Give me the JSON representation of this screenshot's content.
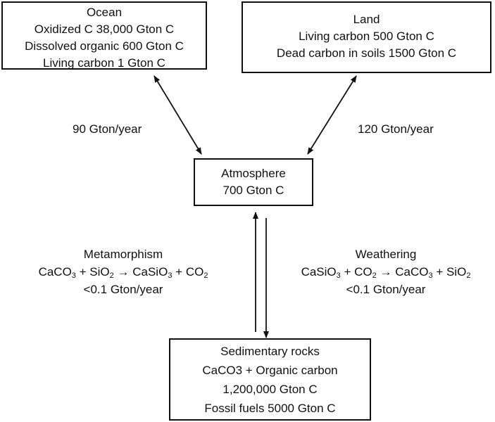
{
  "ocean": {
    "title": "Ocean",
    "lines": [
      "Oxidized C 38,000 Gton C",
      "Dissolved organic 600 Gton C",
      "Living carbon 1 Gton C"
    ]
  },
  "land": {
    "title": "Land",
    "lines": [
      "Living carbon 500 Gton C",
      "Dead carbon in soils 1500 Gton C"
    ]
  },
  "atmosphere": {
    "title": "Atmosphere",
    "lines": [
      "700 Gton C"
    ]
  },
  "sediment": {
    "title": "Sedimentary rocks",
    "lines": [
      "CaCO3 + Organic carbon",
      "1,200,000 Gton C",
      "Fossil fuels 5000 Gton C"
    ]
  },
  "flux_ocean": "90 Gton/year",
  "flux_land": "120 Gton/year",
  "metamorphism": {
    "title": "Metamorphism",
    "equation": {
      "r1": "CaCO",
      "r1s": "3",
      "r2": "SiO",
      "r2s": "2",
      "p1": "CaSiO",
      "p1s": "3",
      "p2": "CO",
      "p2s": "2"
    },
    "rate": "<0.1 Gton/year"
  },
  "weathering": {
    "title": "Weathering",
    "equation": {
      "r1": "CaSiO",
      "r1s": "3",
      "r2": "CO",
      "r2s": "2",
      "p1": "CaCO",
      "p1s": "3",
      "p2": "SiO",
      "p2s": "2"
    },
    "rate": "<0.1 Gton/year"
  }
}
